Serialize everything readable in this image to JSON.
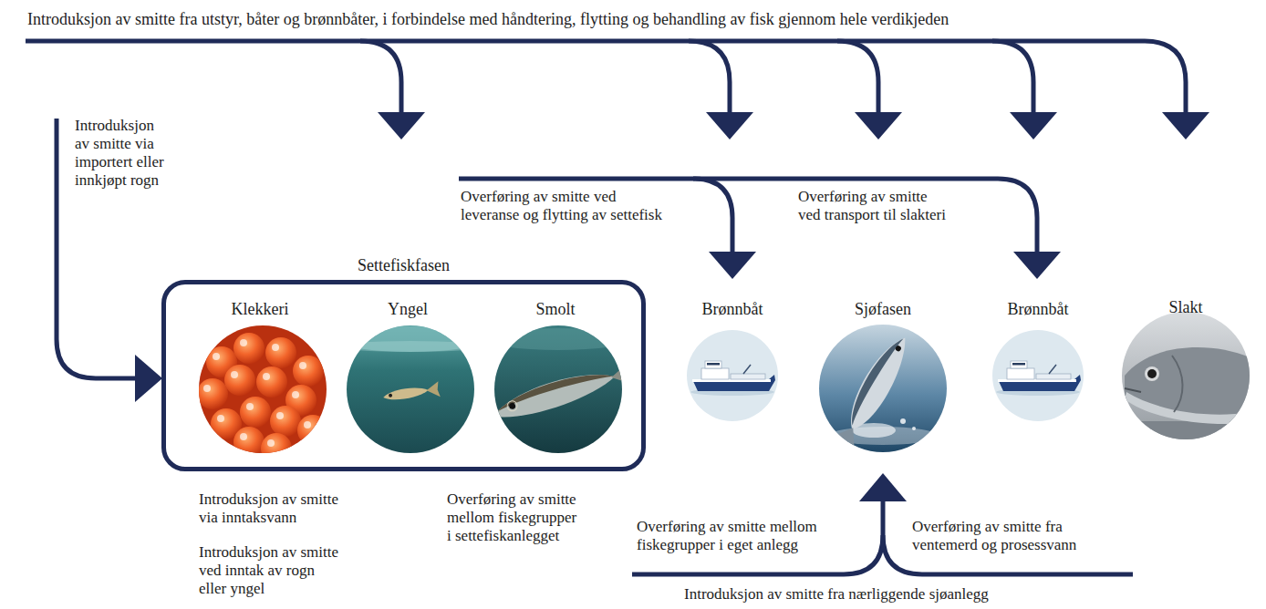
{
  "diagram": {
    "nodes": [
      {
        "text": [
          "Settefiskfasen"
        ]
      },
      {
        "text": [
          "Klekkeri"
        ],
        "in": 0
      },
      {
        "text": [
          "Yngel"
        ],
        "in": 0
      },
      {
        "text": [
          "Smolt"
        ],
        "in": 0
      },
      {
        "text": [
          "Brønnbåt"
        ]
      },
      {
        "text": [
          "Sjøfasen"
        ]
      },
      {
        "text": [
          "Brønnbåt"
        ]
      },
      {
        "text": [
          "Slakt"
        ]
      }
    ],
    "labels": [
      "Introduksjon av smitte fra utstyr, båter og brønnbåter, i forbindelse med håndtering, flytting og behandling av fisk gjennom hele verdikjeden",
      "Introduksjon av smitte via importert eller innkjøpt rogn",
      "Overføring av smitte ved leveranse og flytting av settefisk",
      "Overføring av smitte ved transport til slakteri",
      "Introduksjon av smitte via inntaksvann",
      "Introduksjon av smitte ved inntak av rogn eller yngel",
      "Overføring av smitte mellom fiskegrupper i settefiskanlegget",
      "Overføring av smitte mellom fiskegrupper i eget anlegg",
      "Overføring av smitte fra ventemerd og prosessvann",
      "Introduksjon av smitte fra nærliggende sjøanlegg"
    ]
  }
}
